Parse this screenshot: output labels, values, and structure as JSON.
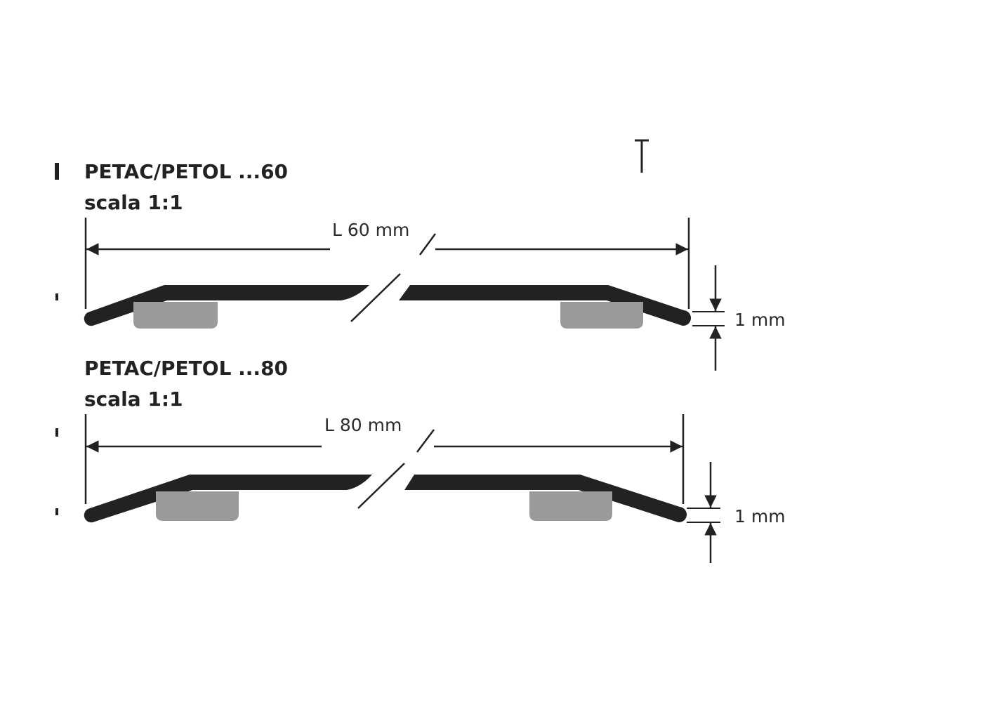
{
  "colors": {
    "profile": "#222222",
    "pad": "#9a9a9a",
    "line": "#222222",
    "background": "#ffffff"
  },
  "profile_60": {
    "title": "PETAC/PETOL ...60",
    "scale": "scala 1:1",
    "length_label": "L 60 mm",
    "thickness_label": "1 mm"
  },
  "profile_80": {
    "title": "PETAC/PETOL ...80",
    "scale": "scala 1:1",
    "length_label": "L 80 mm",
    "thickness_label": "1 mm"
  }
}
